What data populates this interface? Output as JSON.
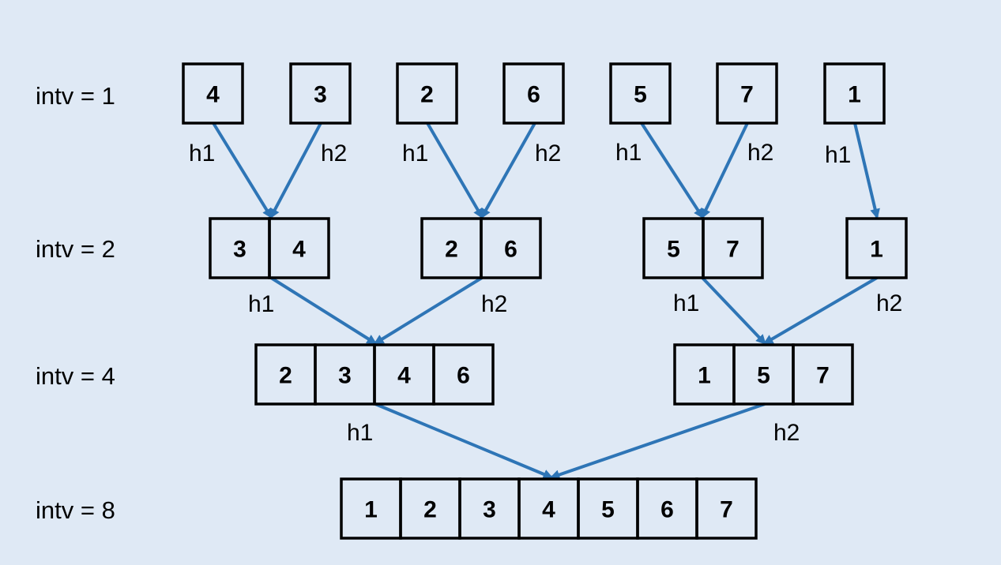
{
  "colors": {
    "background": "#dfe9f5",
    "arrow": "#2e75b6",
    "box_stroke": "#000000",
    "text": "#000000"
  },
  "rows": [
    {
      "label": "intv = 1",
      "groups": [
        {
          "values": [
            "4"
          ]
        },
        {
          "values": [
            "3"
          ]
        },
        {
          "values": [
            "2"
          ]
        },
        {
          "values": [
            "6"
          ]
        },
        {
          "values": [
            "5"
          ]
        },
        {
          "values": [
            "7"
          ]
        },
        {
          "values": [
            "1"
          ]
        }
      ]
    },
    {
      "label": "intv = 2",
      "groups": [
        {
          "values": [
            "3",
            "4"
          ]
        },
        {
          "values": [
            "2",
            "6"
          ]
        },
        {
          "values": [
            "5",
            "7"
          ]
        },
        {
          "values": [
            "1"
          ]
        }
      ]
    },
    {
      "label": "intv = 4",
      "groups": [
        {
          "values": [
            "2",
            "3",
            "4",
            "6"
          ]
        },
        {
          "values": [
            "1",
            "5",
            "7"
          ]
        }
      ]
    },
    {
      "label": "intv = 8",
      "groups": [
        {
          "values": [
            "1",
            "2",
            "3",
            "4",
            "5",
            "6",
            "7"
          ]
        }
      ]
    }
  ],
  "merges": [
    {
      "from_row": 0,
      "from_group": 0,
      "to_row": 1,
      "to_group": 0,
      "label": "h1"
    },
    {
      "from_row": 0,
      "from_group": 1,
      "to_row": 1,
      "to_group": 0,
      "label": "h2"
    },
    {
      "from_row": 0,
      "from_group": 2,
      "to_row": 1,
      "to_group": 1,
      "label": "h1"
    },
    {
      "from_row": 0,
      "from_group": 3,
      "to_row": 1,
      "to_group": 1,
      "label": "h2"
    },
    {
      "from_row": 0,
      "from_group": 4,
      "to_row": 1,
      "to_group": 2,
      "label": "h1"
    },
    {
      "from_row": 0,
      "from_group": 5,
      "to_row": 1,
      "to_group": 2,
      "label": "h2"
    },
    {
      "from_row": 0,
      "from_group": 6,
      "to_row": 1,
      "to_group": 3,
      "label": "h1"
    },
    {
      "from_row": 1,
      "from_group": 0,
      "to_row": 2,
      "to_group": 0,
      "label": "h1"
    },
    {
      "from_row": 1,
      "from_group": 1,
      "to_row": 2,
      "to_group": 0,
      "label": "h2"
    },
    {
      "from_row": 1,
      "from_group": 2,
      "to_row": 2,
      "to_group": 1,
      "label": "h1"
    },
    {
      "from_row": 1,
      "from_group": 3,
      "to_row": 2,
      "to_group": 1,
      "label": "h2"
    },
    {
      "from_row": 2,
      "from_group": 0,
      "to_row": 3,
      "to_group": 0,
      "label": "h1"
    },
    {
      "from_row": 2,
      "from_group": 1,
      "to_row": 3,
      "to_group": 0,
      "label": "h2"
    }
  ]
}
